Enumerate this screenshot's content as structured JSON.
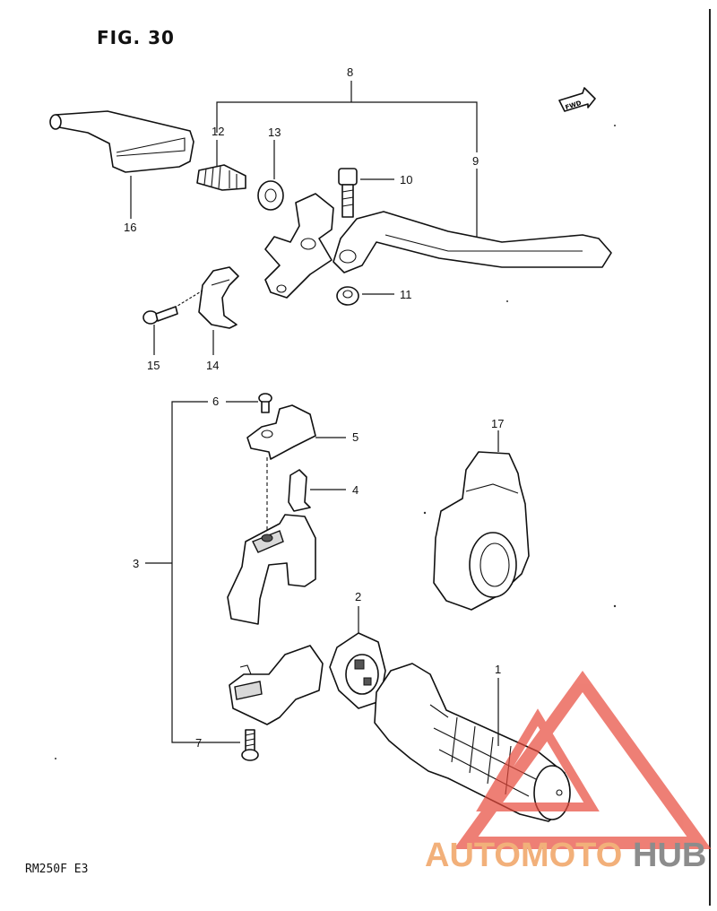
{
  "figure": {
    "title": "FIG. 30",
    "model_code": "RM250F  E3",
    "fwd_label": "FWD"
  },
  "callouts": {
    "c1": "1",
    "c2": "2",
    "c3": "3",
    "c4": "4",
    "c5": "5",
    "c6": "6",
    "c7": "7",
    "c8": "8",
    "c9": "9",
    "c10": "10",
    "c11": "11",
    "c12": "12",
    "c13": "13",
    "c14": "14",
    "c15": "15",
    "c16": "16",
    "c17": "17"
  },
  "watermark": {
    "part_a": "AUTOMOTO",
    "part_b": "HUB",
    "color_a": "#f2b07a",
    "color_b": "#8c8c8c",
    "triangle_color": "#e84a3c"
  }
}
